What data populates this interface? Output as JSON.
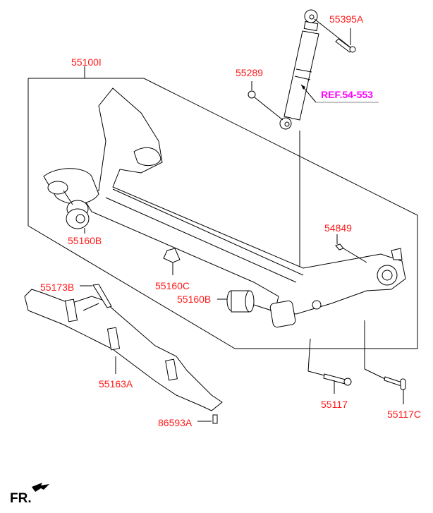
{
  "diagram": {
    "title": "Rear Suspension / Torsion Axle Assembly",
    "labels": {
      "p55395A": "55395A",
      "p55100I": "55100I",
      "p55289": "55289",
      "ref": "REF.54-553",
      "p55160B_left": "55160B",
      "p54849": "54849",
      "p55160C": "55160C",
      "p55173B": "55173B",
      "p55160B_right": "55160B",
      "p55163A": "55163A",
      "p55117": "55117",
      "p55117C": "55117C",
      "p86593A": "86593A"
    },
    "direction": {
      "text": "FR.",
      "icon": "front-arrow-icon"
    },
    "colors": {
      "part_label": "#ff1a1a",
      "reference_label": "#ff00ff",
      "line": "#000000"
    }
  }
}
